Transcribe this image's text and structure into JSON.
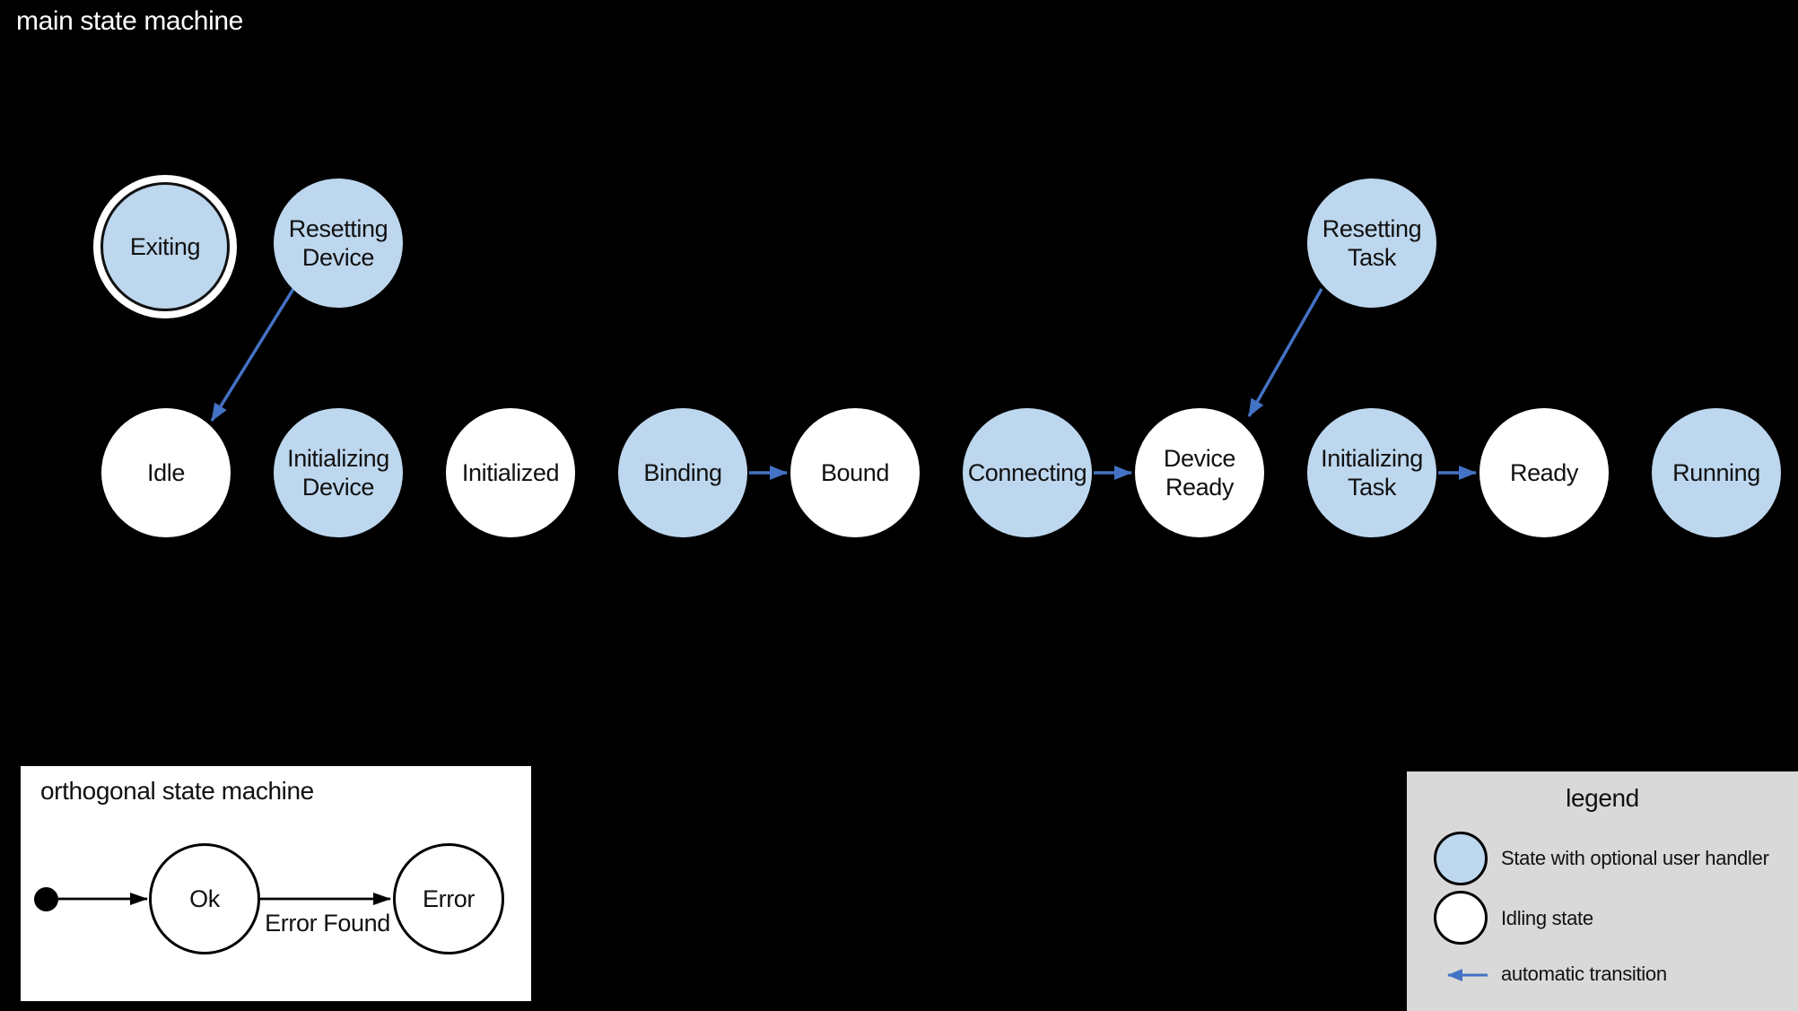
{
  "main_title": "main state machine",
  "states": [
    {
      "label": "Exiting"
    },
    {
      "label": "Resetting\nDevice"
    },
    {
      "label": "Resetting\nTask"
    },
    {
      "label": "Idle"
    },
    {
      "label": "Initializing\nDevice"
    },
    {
      "label": "Initialized"
    },
    {
      "label": "Binding"
    },
    {
      "label": "Bound"
    },
    {
      "label": "Connecting"
    },
    {
      "label": "Device\nReady"
    },
    {
      "label": "Initializing\nTask"
    },
    {
      "label": "Ready"
    },
    {
      "label": "Running"
    }
  ],
  "orthogonal": {
    "title": "orthogonal state machine",
    "ok_label": "Ok",
    "error_label": "Error",
    "transition_label": "Error Found"
  },
  "legend": {
    "title": "legend",
    "handler_label": "State with optional user handler",
    "idle_label": "Idling state",
    "auto_label": "automatic transition"
  },
  "colors": {
    "background": "#000000",
    "handler_state_fill": "#bdd7ee",
    "idling_state_fill": "#ffffff",
    "auto_transition_blue": "#4472c4",
    "legend_background": "#d9d9d9",
    "text_dark": "#111111",
    "text_light": "#ffffff"
  }
}
